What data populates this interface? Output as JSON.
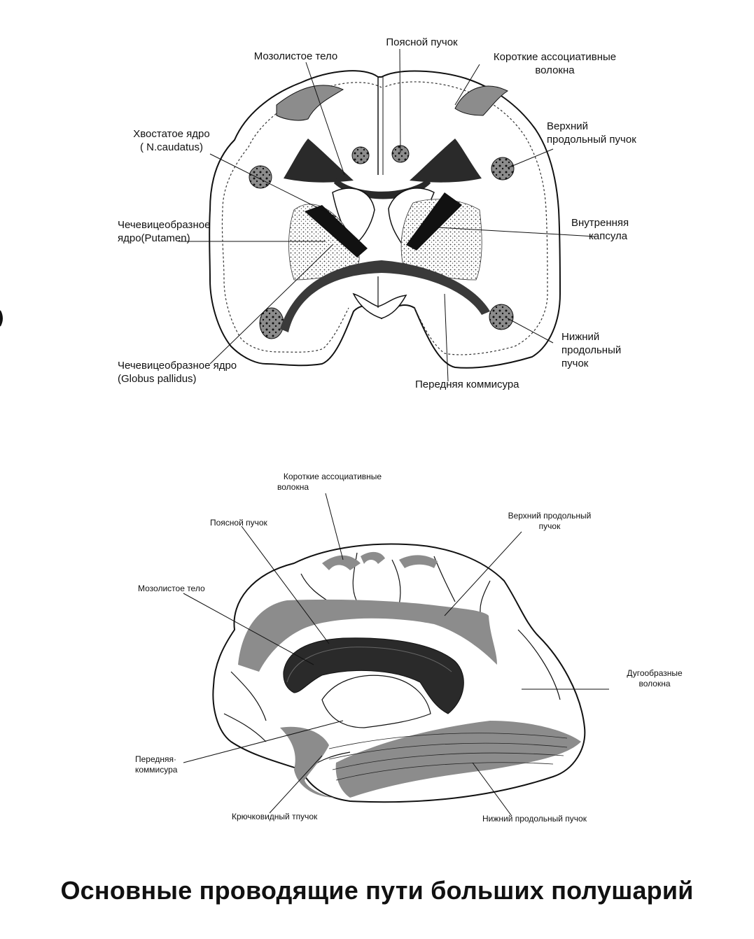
{
  "coronal": {
    "labels": {
      "cingulum": "Поясной пучок",
      "corpus_callosum": "Мозолистое тело",
      "short_fibers_1": "Короткие ассоциативные",
      "short_fibers_2": "волокна",
      "caudate_1": "Хвостатое ядро",
      "caudate_2": "( N.caudatus)",
      "sup_long_1": "Верхний",
      "sup_long_2": "продольный пучок",
      "putamen_1": "Чечевицеобразное",
      "putamen_2": "ядро(Putamen)",
      "internal_capsule_1": "Внутренняя",
      "internal_capsule_2": "капсула",
      "inf_long_1": "Нижний",
      "inf_long_2": "продольный",
      "inf_long_3": "пучок",
      "pallidus_1": "Чечевицеобразное ядро",
      "pallidus_2": "(Globus pallidus)",
      "anterior_commissure": "Передняя коммисура"
    }
  },
  "medial": {
    "labels": {
      "short_fibers_1": "Короткие ассоциативные",
      "short_fibers_2": "волокна",
      "cingulum": "Поясной пучок",
      "sup_long_1": "Верхний продольный",
      "sup_long_2": "пучок",
      "corpus_callosum": "Мозолистое тело",
      "arcuate_1": "Дугообразные",
      "arcuate_2": "волокна",
      "anterior_commissure_1": "Передняя·",
      "anterior_commissure_2": "коммисура",
      "uncinate": "Крючковидный тпучок",
      "inf_long": "Нижний продольный пучок"
    }
  },
  "title": "Основные проводящие пути больших полушарий",
  "colors": {
    "ink": "#111111",
    "gray_fill": "#8c8c8c",
    "dark_fill": "#2a2a2a",
    "paper": "#ffffff"
  }
}
